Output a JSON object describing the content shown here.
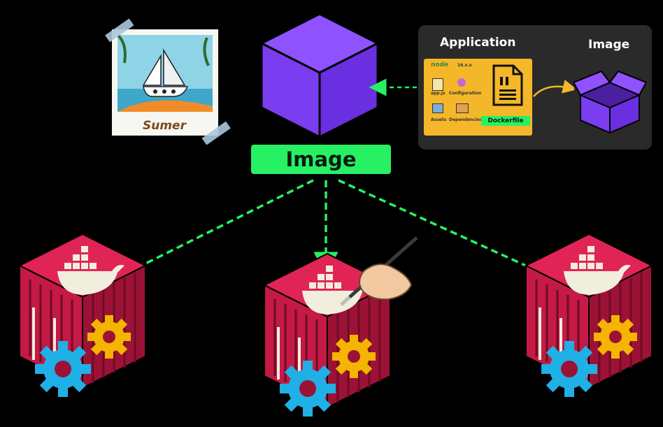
{
  "diagram": {
    "main_label": "Image",
    "panel": {
      "application_label": "Application",
      "image_label": "Image",
      "node_label": "node",
      "node_version": "16.x.x",
      "files": [
        "app.js",
        "Configuration",
        "Assets",
        "Dependencies"
      ],
      "dockerfile_label": "Dockerfile"
    },
    "polaroid_caption": "Sumer",
    "containers": [
      "container-left",
      "container-center",
      "container-right"
    ]
  },
  "colors": {
    "background": "#000000",
    "accent_green": "#27f163",
    "cube_purple": "#7a3df0",
    "container_red": "#b0163a",
    "gear_blue": "#1fb0e6",
    "gear_yellow": "#f5b400",
    "panel_bg": "#2a2a2a",
    "app_box": "#f4b729"
  },
  "icons": [
    "purple-cube-icon",
    "polaroid-photo-icon",
    "open-box-icon",
    "dockerfile-document-icon",
    "docker-whale-icon",
    "gear-icon",
    "painting-hand-icon"
  ]
}
